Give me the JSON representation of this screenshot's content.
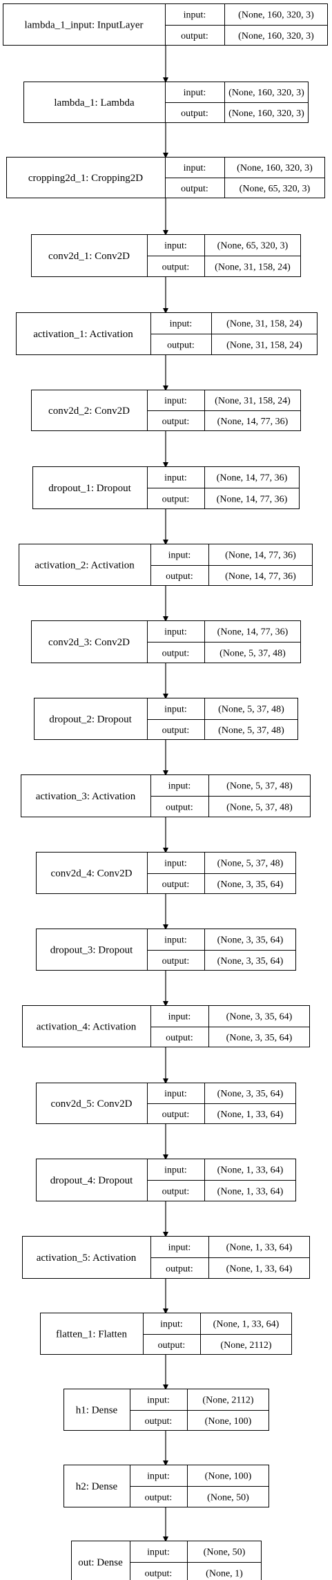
{
  "diagram": {
    "nodes": [
      {
        "name": "lambda_1_input: InputLayer",
        "input_label": "input:",
        "input_value": "(None, 160, 320, 3)",
        "output_label": "output:",
        "output_value": "(None, 160, 320, 3)"
      },
      {
        "name": "lambda_1: Lambda",
        "input_label": "input:",
        "input_value": "(None, 160, 320, 3)",
        "output_label": "output:",
        "output_value": "(None, 160, 320, 3)"
      },
      {
        "name": "cropping2d_1: Cropping2D",
        "input_label": "input:",
        "input_value": "(None, 160, 320, 3)",
        "output_label": "output:",
        "output_value": "(None, 65, 320, 3)"
      },
      {
        "name": "conv2d_1: Conv2D",
        "input_label": "input:",
        "input_value": "(None, 65, 320, 3)",
        "output_label": "output:",
        "output_value": "(None, 31, 158, 24)"
      },
      {
        "name": "activation_1: Activation",
        "input_label": "input:",
        "input_value": "(None, 31, 158, 24)",
        "output_label": "output:",
        "output_value": "(None, 31, 158, 24)"
      },
      {
        "name": "conv2d_2: Conv2D",
        "input_label": "input:",
        "input_value": "(None, 31, 158, 24)",
        "output_label": "output:",
        "output_value": "(None, 14, 77, 36)"
      },
      {
        "name": "dropout_1: Dropout",
        "input_label": "input:",
        "input_value": "(None, 14, 77, 36)",
        "output_label": "output:",
        "output_value": "(None, 14, 77, 36)"
      },
      {
        "name": "activation_2: Activation",
        "input_label": "input:",
        "input_value": "(None, 14, 77, 36)",
        "output_label": "output:",
        "output_value": "(None, 14, 77, 36)"
      },
      {
        "name": "conv2d_3: Conv2D",
        "input_label": "input:",
        "input_value": "(None, 14, 77, 36)",
        "output_label": "output:",
        "output_value": "(None, 5, 37, 48)"
      },
      {
        "name": "dropout_2: Dropout",
        "input_label": "input:",
        "input_value": "(None, 5, 37, 48)",
        "output_label": "output:",
        "output_value": "(None, 5, 37, 48)"
      },
      {
        "name": "activation_3: Activation",
        "input_label": "input:",
        "input_value": "(None, 5, 37, 48)",
        "output_label": "output:",
        "output_value": "(None, 5, 37, 48)"
      },
      {
        "name": "conv2d_4: Conv2D",
        "input_label": "input:",
        "input_value": "(None, 5, 37, 48)",
        "output_label": "output:",
        "output_value": "(None, 3, 35, 64)"
      },
      {
        "name": "dropout_3: Dropout",
        "input_label": "input:",
        "input_value": "(None, 3, 35, 64)",
        "output_label": "output:",
        "output_value": "(None, 3, 35, 64)"
      },
      {
        "name": "activation_4: Activation",
        "input_label": "input:",
        "input_value": "(None, 3, 35, 64)",
        "output_label": "output:",
        "output_value": "(None, 3, 35, 64)"
      },
      {
        "name": "conv2d_5: Conv2D",
        "input_label": "input:",
        "input_value": "(None, 3, 35, 64)",
        "output_label": "output:",
        "output_value": "(None, 1, 33, 64)"
      },
      {
        "name": "dropout_4: Dropout",
        "input_label": "input:",
        "input_value": "(None, 1, 33, 64)",
        "output_label": "output:",
        "output_value": "(None, 1, 33, 64)"
      },
      {
        "name": "activation_5: Activation",
        "input_label": "input:",
        "input_value": "(None, 1, 33, 64)",
        "output_label": "output:",
        "output_value": "(None, 1, 33, 64)"
      },
      {
        "name": "flatten_1: Flatten",
        "input_label": "input:",
        "input_value": "(None, 1, 33, 64)",
        "output_label": "output:",
        "output_value": "(None, 2112)"
      },
      {
        "name": "h1: Dense",
        "input_label": "input:",
        "input_value": "(None, 2112)",
        "output_label": "output:",
        "output_value": "(None, 100)"
      },
      {
        "name": "h2: Dense",
        "input_label": "input:",
        "input_value": "(None, 100)",
        "output_label": "output:",
        "output_value": "(None, 50)"
      },
      {
        "name": "out: Dense",
        "input_label": "input:",
        "input_value": "(None, 50)",
        "output_label": "output:",
        "output_value": "(None, 1)"
      }
    ]
  }
}
